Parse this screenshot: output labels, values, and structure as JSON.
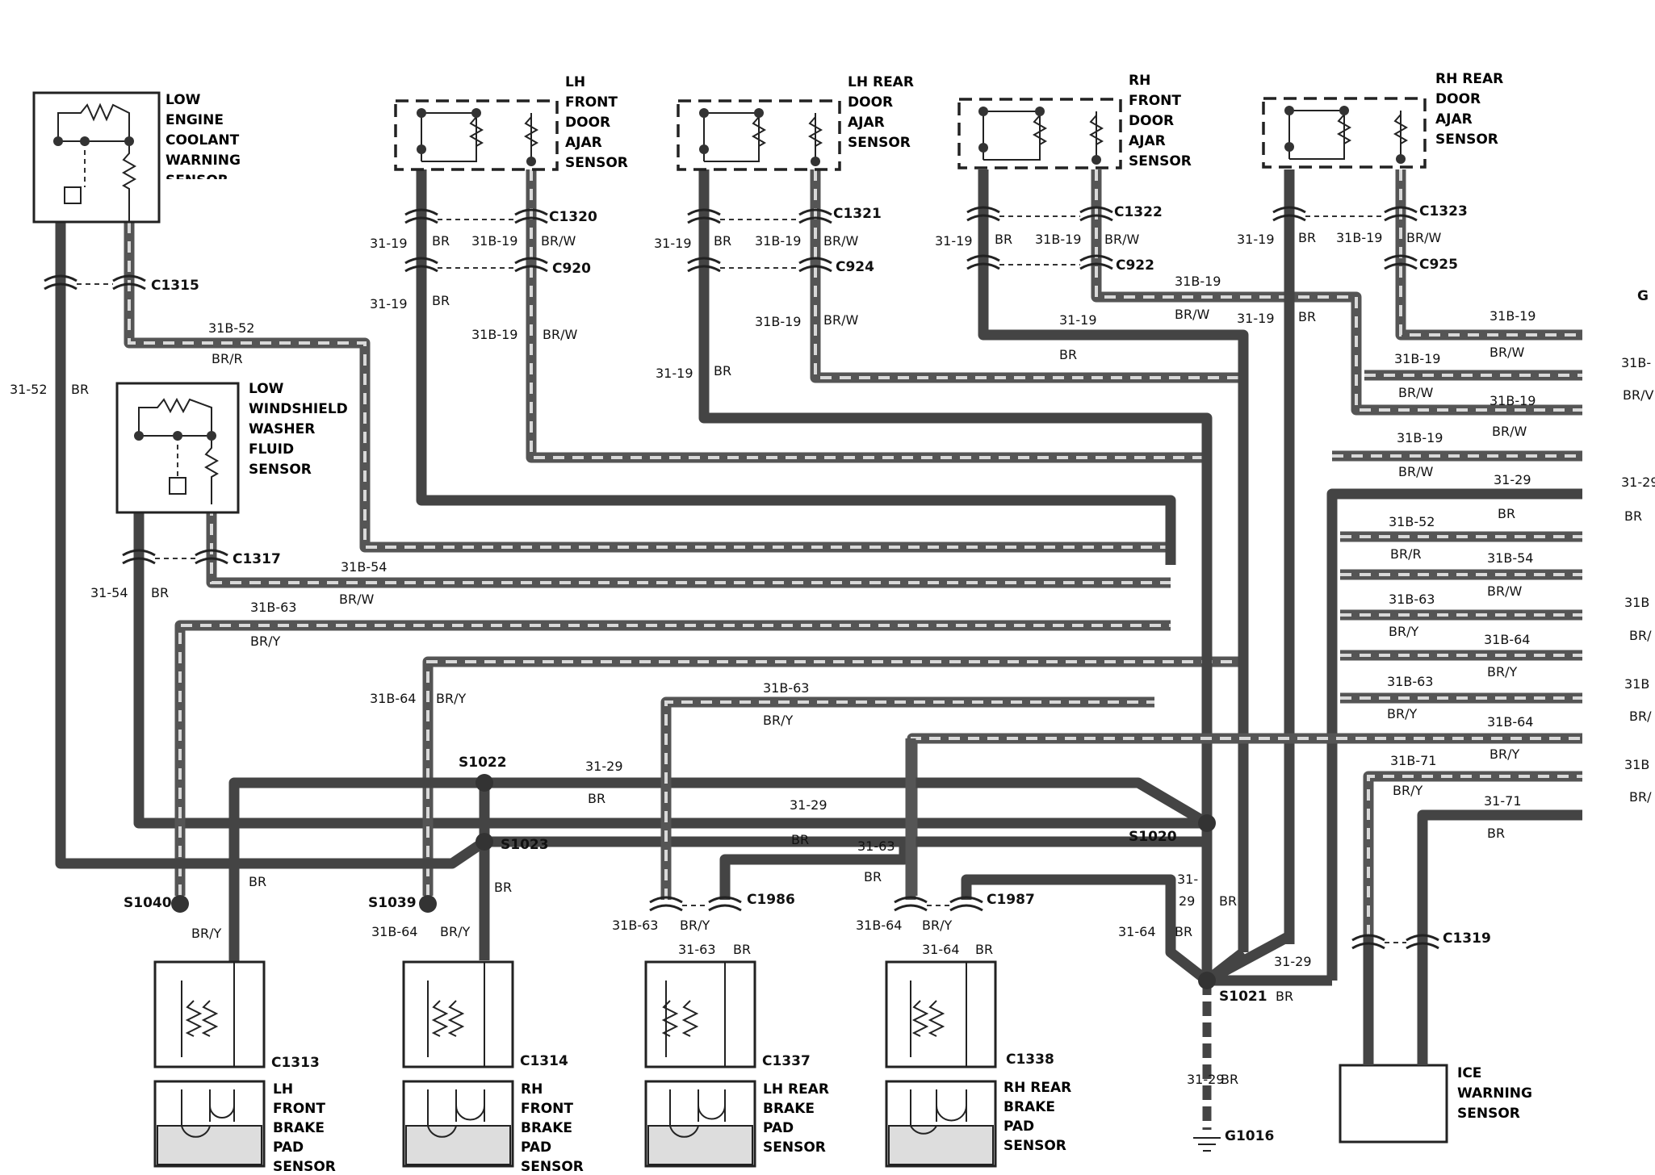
{
  "components": {
    "coolant": "LOW ENGINE COOLANT WARNING SENSOR",
    "washer": "LOW WINDSHIELD WASHER FLUID SENSOR",
    "lh_front_door": "LH FRONT DOOR AJAR SENSOR",
    "lh_rear_door": "LH REAR DOOR AJAR SENSOR",
    "rh_front_door": "RH FRONT DOOR AJAR SENSOR",
    "rh_rear_door": "RH REAR DOOR AJAR SENSOR",
    "lh_front_brake": "LH FRONT BRAKE PAD SENSOR",
    "rh_front_brake": "RH FRONT BRAKE PAD SENSOR",
    "lh_rear_brake": "LH REAR BRAKE PAD SENSOR",
    "rh_rear_brake": "RH REAR BRAKE PAD SENSOR",
    "ice": "ICE WARNING SENSOR"
  },
  "connectors": {
    "c1315": "C1315",
    "c1317": "C1317",
    "c1320": "C1320",
    "c920": "C920",
    "c1321": "C1321",
    "c924": "C924",
    "c1322": "C1322",
    "c922": "C922",
    "c1323": "C1323",
    "c925": "C925",
    "c1986": "C1986",
    "c1987": "C1987",
    "c1313": "C1313",
    "c1314": "C1314",
    "c1337": "C1337",
    "c1338": "C1338",
    "c1319": "C1319"
  },
  "splices": {
    "s1022": "S1022",
    "s1023": "S1023",
    "s1020": "S1020",
    "s1021": "S1021",
    "s1040": "S1040",
    "s1039": "S1039"
  },
  "ground": "G1016",
  "ground_partial": "G",
  "circuits": {
    "c31_52": "31-52",
    "c31_19": "31-19",
    "c31b_19": "31B-19",
    "c31b_52": "31B-52",
    "c31_54": "31-54",
    "c31b_54": "31B-54",
    "c31b_63": "31B-63",
    "c31b_64": "31B-64",
    "c31_29": "31-29",
    "c31_63": "31-63",
    "c31_64": "31-64",
    "c31b_71": "31B-71",
    "c31_71": "31-71",
    "c31_cut": "31-",
    "c29": "29",
    "c31b_cut": "31B-",
    "c31b_cut2": "31B",
    "c31_29_cut": "31-29"
  },
  "colors": {
    "br": "BR",
    "brw": "BR/W",
    "brr": "BR/R",
    "bry": "BR/Y",
    "brw_cut": "BR/V",
    "bry_cut": "BR/",
    "br_cut": "BR"
  }
}
